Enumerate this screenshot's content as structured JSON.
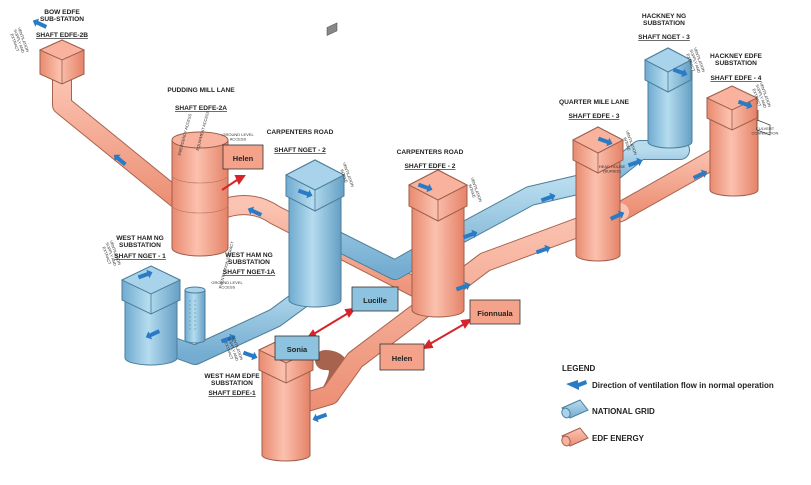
{
  "colors": {
    "edf": "#f4a38a",
    "edf_stroke": "#9e5f4c",
    "ng": "#8ec3e0",
    "ng_stroke": "#4d7e9a",
    "flow_arrow": "#2a7bc6",
    "link_arrow": "#d6252a"
  },
  "stations": {
    "bow": {
      "name": "BOW EDFE\nSUB-STATION",
      "shaft": "SHAFT EDFE-2B",
      "side": "VENTILATION\nSUPPLY AND\nEXTRACT"
    },
    "pudding": {
      "name": "PUDDING MILL LANE",
      "shaft": "SHAFT EDFE-2A",
      "notes": [
        "EMERGENCY ACCESS",
        "EQUIPMENT ACCESS",
        "GROUND LEVEL\nACCESS"
      ]
    },
    "carp_ng": {
      "name": "CARPENTERS ROAD",
      "shaft": "SHAFT NGET - 2",
      "side": "VENTILATION\nINTAKE"
    },
    "carp_edf": {
      "name": "CARPENTERS ROAD",
      "shaft": "SHAFT EDFE - 2",
      "side": "VENTILATION\nINTAKE"
    },
    "quarter": {
      "name": "QUARTER MILE LANE",
      "shaft": "SHAFT EDFE - 3",
      "side": "VENTILATION\nINTAKE",
      "note": "HEAD HOUSE\n(BURIED)"
    },
    "hackney_ng": {
      "name": "HACKNEY NG\nSUBSTATION",
      "shaft": "SHAFT NGET - 3",
      "side": "VENTILATION\nSUPPLY AND\nEXTRACT"
    },
    "hackney_edf": {
      "name": "HACKNEY EDFE\nSUBSTATION",
      "shaft": "SHAFT EDFE - 4",
      "side": "VENTILATION\nSUPPLY AND\nEXTRACT",
      "note": "CULVERT\nCONNECTION"
    },
    "wh_ng1": {
      "name": "WEST HAM NG\nSUBSTATION",
      "shaft": "SHAFT NGET - 1",
      "side": "VENTILATION\nSUPPLY AND\nEXTRACT"
    },
    "wh_ng1a": {
      "name": "WEST HAM NG\nSUBSTATION",
      "shaft": "SHAFT NGET-1A",
      "notes": [
        "VENTILATION EXTRACT",
        "GROUND LEVEL\nACCESS"
      ]
    },
    "wh_edf1": {
      "name": "WEST HAM EDFE\nSUBSTATION",
      "shaft": "SHAFT EDFE-1",
      "side": "VENTILATION\nSUPPLY AND\nEXTRACT"
    }
  },
  "boxes": {
    "helen_top": "Helen",
    "lucille": "Lucille",
    "sonia": "Sonia",
    "fionnuala": "Fionnuala",
    "helen_bottom": "Helen"
  },
  "legend": {
    "title": "LEGEND",
    "flow": "Direction of ventilation flow in normal operation",
    "ng": "NATIONAL GRID",
    "edf": "EDF ENERGY"
  }
}
